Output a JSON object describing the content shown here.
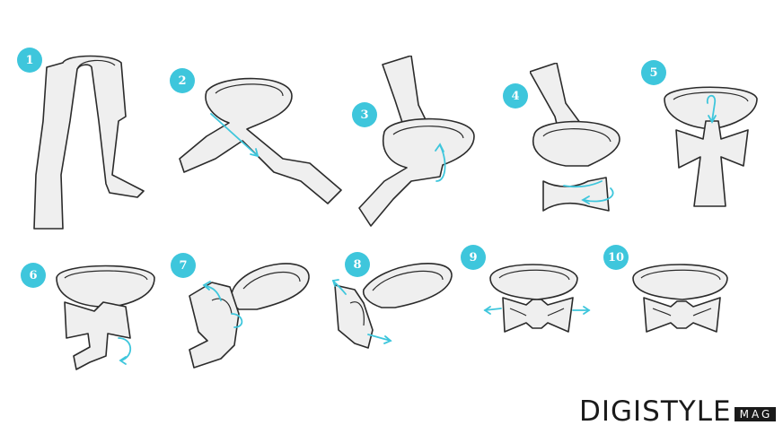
{
  "colors": {
    "accent": "#3ec6dc",
    "ink": "#2b2b2b",
    "tie": "#efefef",
    "brand": "#1a1a1a"
  },
  "steps": [
    {
      "number": "1"
    },
    {
      "number": "2"
    },
    {
      "number": "3"
    },
    {
      "number": "4"
    },
    {
      "number": "5"
    },
    {
      "number": "6"
    },
    {
      "number": "7"
    },
    {
      "number": "8"
    },
    {
      "number": "9"
    },
    {
      "number": "10"
    }
  ],
  "brand": {
    "main": "DIGISTYLE",
    "box": "MAG"
  }
}
